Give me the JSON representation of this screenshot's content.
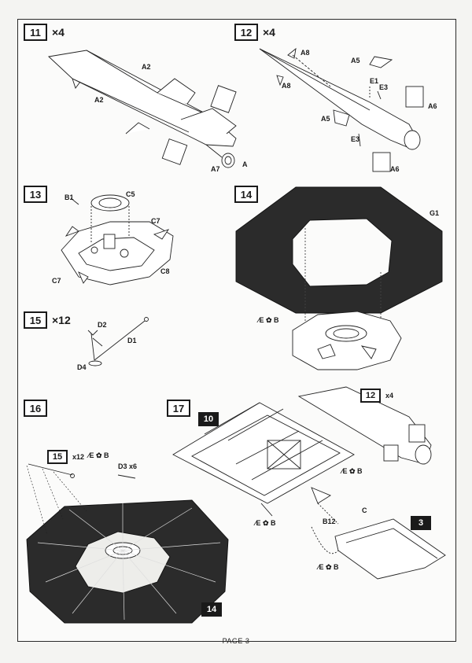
{
  "page_label": "PAGE 3",
  "glue_icon": "glue-icon",
  "steps": {
    "s11": {
      "num": "11",
      "mult": "×4"
    },
    "s12": {
      "num": "12",
      "mult": "×4"
    },
    "s13": {
      "num": "13"
    },
    "s14": {
      "num": "14"
    },
    "s15": {
      "num": "15",
      "mult": "×12"
    },
    "s16": {
      "num": "16"
    },
    "s17": {
      "num": "17"
    }
  },
  "parts": {
    "a2_top": "A2",
    "a2_left": "A2",
    "a7": "A7",
    "a": "A",
    "a8_top": "A8",
    "a8_low": "A8",
    "a5_top": "A5",
    "a5_low": "A5",
    "e1": "E1",
    "e3_top": "E3",
    "e3_low": "E3",
    "a6_top": "A6",
    "a6_low": "A6",
    "b1": "B1",
    "c5": "C5",
    "c7_right": "C7",
    "c7_left": "C7",
    "c8": "C8",
    "g1": "G1",
    "d2": "D2",
    "d1": "D1",
    "d4": "D4",
    "d3x6": "D3 x6",
    "b12": "B12",
    "c": "C"
  },
  "glue_labels": {
    "s14": "E ✿ B",
    "s16": "E ✿ B",
    "s17_top": "E ✿ B",
    "s17_mid": "E ✿ B",
    "s17_bot": "E ✿ B"
  },
  "refs": {
    "s16_ref15": "15",
    "s16_ref15_mult": "x12",
    "s16_ref14": "14",
    "s17_ref10": "10",
    "s17_ref12": "12",
    "s17_ref12_mult": "x4",
    "s17_ref3": "3"
  }
}
